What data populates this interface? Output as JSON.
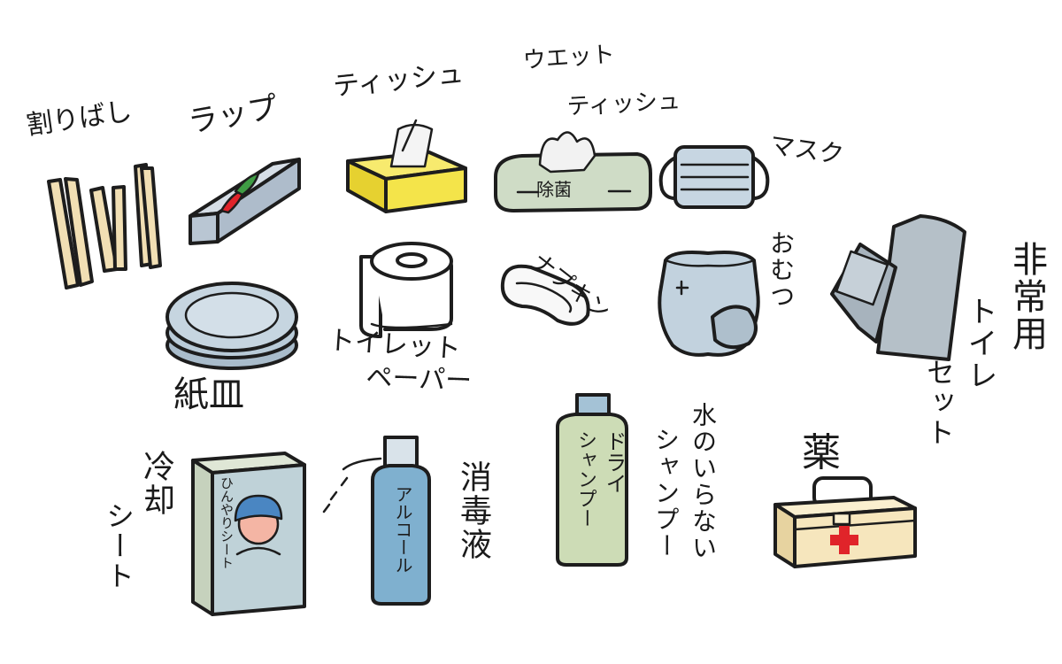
{
  "items": {
    "waribashi": "割りばし",
    "wrap": "ラップ",
    "tissue": "ティッシュ",
    "wet_tissue_line1": "ウエット",
    "wet_tissue_line2": "ティッシュ",
    "wet_tissue_pack": "除菌",
    "mask": "マスク",
    "paper_plate": "紙皿",
    "toilet_paper_line1": "トイレット",
    "toilet_paper_line2": "ペーパー",
    "napkin": "ナプキン",
    "diaper": "おむつ",
    "emergency_toilet_col1": "非常用",
    "emergency_toilet_col2": "トイレ",
    "emergency_toilet_col3": "セット",
    "cooling_sheet_col1": "冷却",
    "cooling_sheet_col2": "シート",
    "cooling_sheet_pack": "ひんやりシート",
    "disinfectant": "消毒液",
    "alcohol_bottle": "アルコール",
    "dry_shampoo_bottle_col1": "ドライ",
    "dry_shampoo_bottle_col2": "シャンプー",
    "waterless_col1": "水のいらない",
    "waterless_col2": "シャンプー",
    "medicine": "薬"
  },
  "colors": {
    "ink": "#1d1d1d",
    "tissue_box": "#f4e44a",
    "wood": "#f1dfb4",
    "steel_blue": "#b9c6d3",
    "plate_blue": "#b9cbd8",
    "wet_pack_green": "#cfdcc6",
    "toilet_set_gray": "#aab6bf",
    "bottle_blue": "#7fb0cf",
    "bottle_green": "#cddcb6",
    "medicine_box": "#f6e6bd",
    "red_cross": "#e0242a"
  }
}
